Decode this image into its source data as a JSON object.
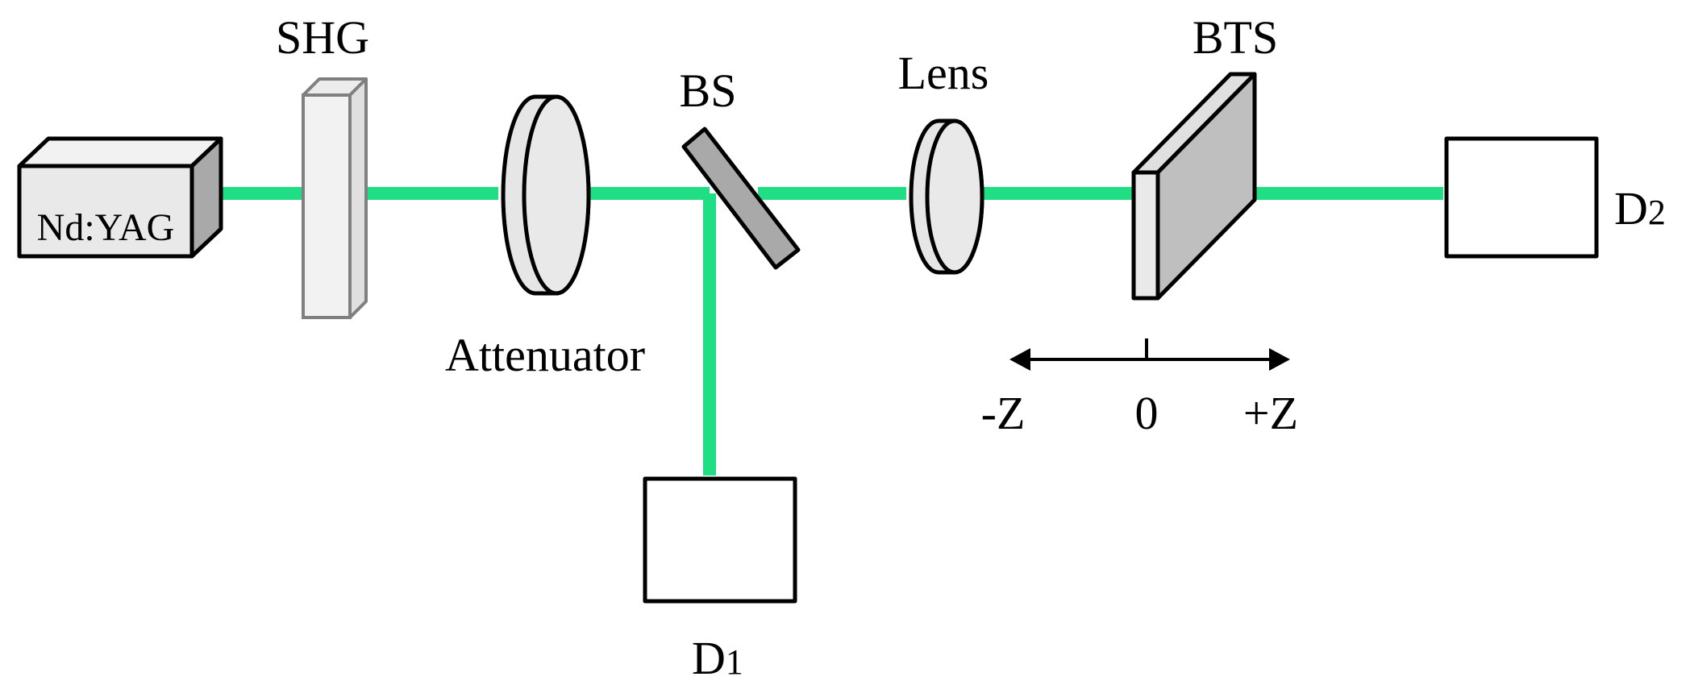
{
  "labels": {
    "laser": "Nd:YAG",
    "shg": "SHG",
    "attenuator": "Attenuator",
    "bs": "BS",
    "lens": "Lens",
    "bts": "BTS",
    "d1_main": "D",
    "d1_sub": "1",
    "d2_main": "D",
    "d2_sub": "2",
    "minus_z": "-Z",
    "zero": "0",
    "plus_z": "+Z"
  },
  "colors": {
    "beam": "#1fde84",
    "component_fill_light": "#e9e9e9",
    "component_fill_mid": "#bfbfbf",
    "component_fill_dark": "#a9a9a9",
    "outline": "#000000"
  }
}
